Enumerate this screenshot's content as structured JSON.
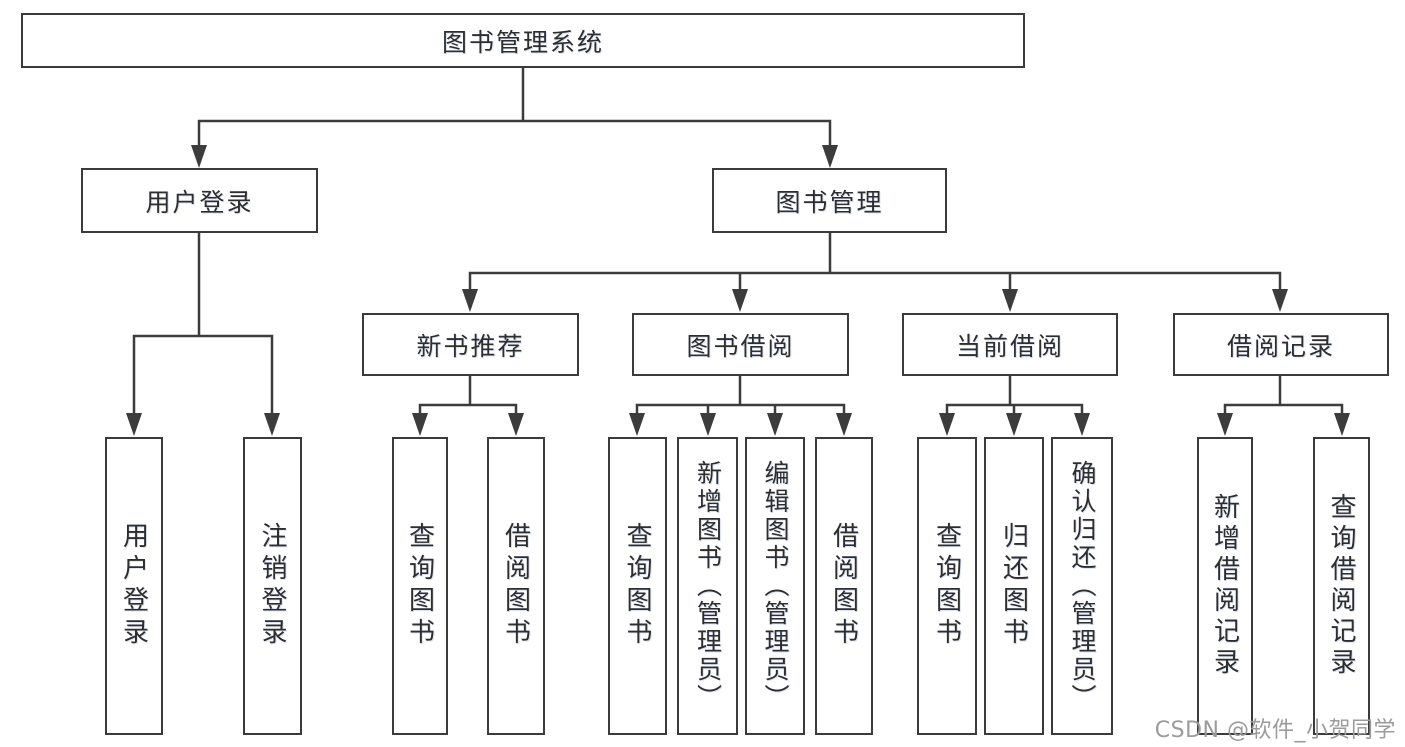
{
  "tree": {
    "root": {
      "label": "图书管理系统"
    },
    "branches": [
      {
        "label": "用户登录",
        "children": [
          {
            "label": "用户登录"
          },
          {
            "label": "注销登录"
          }
        ]
      },
      {
        "label": "图书管理",
        "children": [
          {
            "label": "新书推荐",
            "children": [
              {
                "label": "查询图书"
              },
              {
                "label": "借阅图书"
              }
            ]
          },
          {
            "label": "图书借阅",
            "children": [
              {
                "label": "查询图书"
              },
              {
                "label": "新增图书（管理员）"
              },
              {
                "label": "编辑图书（管理员）"
              },
              {
                "label": "借阅图书"
              }
            ]
          },
          {
            "label": "当前借阅",
            "children": [
              {
                "label": "查询图书"
              },
              {
                "label": "归还图书"
              },
              {
                "label": "确认归还（管理员）"
              }
            ]
          },
          {
            "label": "借阅记录",
            "children": [
              {
                "label": "新增借阅记录"
              },
              {
                "label": "查询借阅记录"
              }
            ]
          }
        ]
      }
    ]
  },
  "watermark": {
    "text": "CSDN @软件_小贺同学"
  },
  "colors": {
    "background": "#ffffff",
    "box_border": "#3b3b3b",
    "line": "#3c3c3c",
    "text": "#2e2e2e",
    "watermark": "#9b9b9b"
  }
}
